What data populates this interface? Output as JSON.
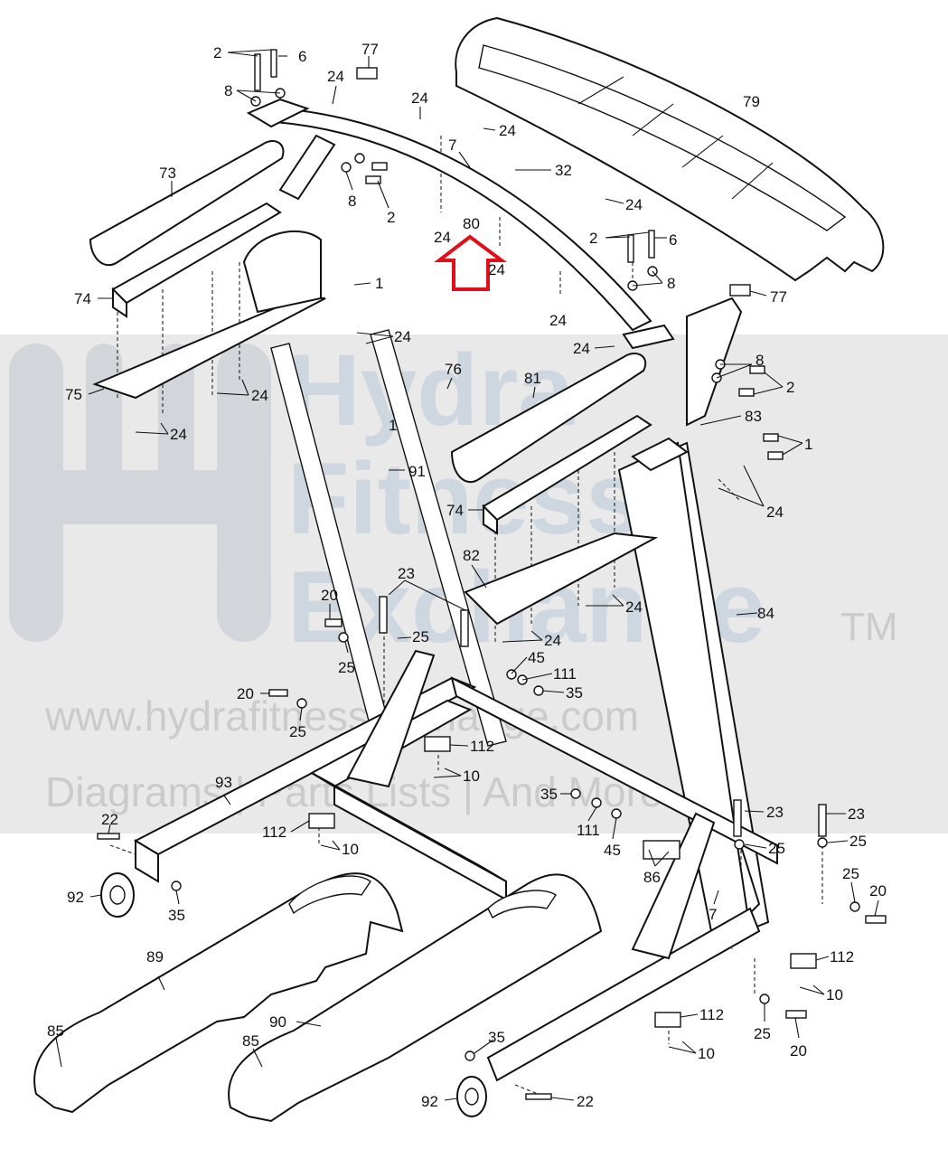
{
  "watermark": {
    "line1": "Hydra",
    "line2": "Fitness",
    "line3": "Exchange",
    "tm": "TM",
    "url": "www.hydrafitnessexchange.com",
    "tagline": "Diagrams | Parts Lists | And More"
  },
  "highlight": {
    "part": "80",
    "arrow_color": "#e0101a"
  },
  "labels": {
    "p2a": "2",
    "p6a": "6",
    "p77a": "77",
    "p24a": "24",
    "p8a": "8",
    "p24b": "24",
    "p24c": "24",
    "p79": "79",
    "p7a": "7",
    "p32": "32",
    "p73": "73",
    "p8b": "8",
    "p2b": "2",
    "p80": "80",
    "p24d": "24",
    "p24e": "24",
    "p2c": "2",
    "p6b": "6",
    "p24f": "24",
    "p24g": "24",
    "p8c": "8",
    "p74a": "74",
    "p1a": "1",
    "p77b": "77",
    "p24h": "24",
    "p24i": "24",
    "p75": "75",
    "p24j": "24",
    "p76": "76",
    "p81": "81",
    "p8d": "8",
    "p2d": "2",
    "p1b": "1",
    "p24k": "24",
    "p83": "83",
    "p1c": "1",
    "p91": "91",
    "p24l": "24",
    "p74b": "74",
    "p82": "82",
    "p23a": "23",
    "p24m": "24",
    "p20a": "20",
    "p24n": "24",
    "p84": "84",
    "p25a": "25",
    "p25b": "25",
    "p45a": "45",
    "p111a": "111",
    "p35a": "35",
    "p20b": "20",
    "p25c": "25",
    "p112a": "112",
    "p10a": "10",
    "p93": "93",
    "p35b": "35",
    "p23b": "23",
    "p23c": "23",
    "p22a": "22",
    "p112b": "112",
    "p10b": "10",
    "p111b": "111",
    "p25d": "25",
    "p25e": "25",
    "p45b": "45",
    "p86": "86",
    "p25f": "25",
    "p20c": "20",
    "p92a": "92",
    "p35c": "35",
    "p7b": "7",
    "p112c": "112",
    "p89": "89",
    "p10c": "10",
    "p112d": "112",
    "p85a": "85",
    "p90": "90",
    "p85b": "85",
    "p10d": "10",
    "p25g": "25",
    "p20d": "20",
    "p35d": "35",
    "p92b": "92",
    "p22b": "22"
  }
}
